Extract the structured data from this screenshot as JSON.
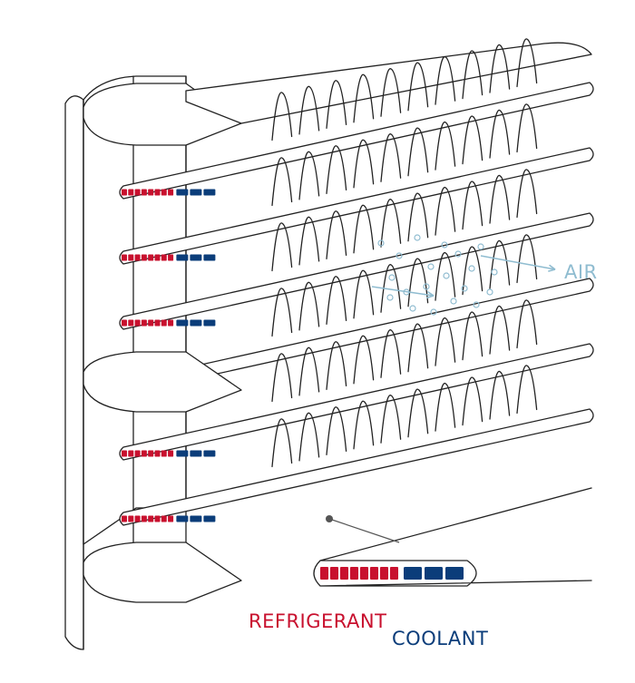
{
  "labels": {
    "air": "AIR",
    "refrigerant": "REFRIGERANT",
    "coolant": "COOLANT"
  },
  "colors": {
    "refrigerant": "#c8102e",
    "coolant": "#0b3d7a",
    "air": "#8fbcd0",
    "line": "#222222",
    "pointer": "#555555"
  },
  "diagram": {
    "tube_count": 6,
    "fin_rows": 6,
    "fins_per_row": 10,
    "refrigerant_channels": 8,
    "coolant_channels": 3,
    "header_plates": 3
  }
}
